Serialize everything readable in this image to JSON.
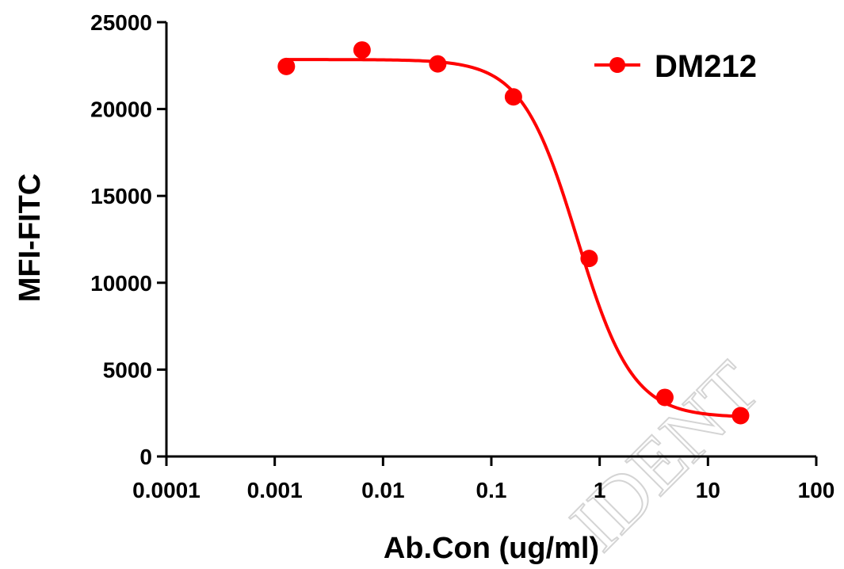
{
  "chart_data": {
    "type": "scatter",
    "title": "",
    "xlabel": "Ab.Con (ug/ml)",
    "ylabel": "MFI-FITC",
    "x_scale": "log",
    "xlim": [
      0.0001,
      100
    ],
    "ylim": [
      0,
      25000
    ],
    "x_ticks": [
      "0.0001",
      "0.001",
      "0.01",
      "0.1",
      "1",
      "10",
      "100"
    ],
    "y_ticks": [
      "0",
      "5000",
      "10000",
      "15000",
      "20000",
      "25000"
    ],
    "legend_position": "top-right",
    "grid": false,
    "series": [
      {
        "name": "DM212",
        "color": "#ff0000",
        "x": [
          0.00128,
          0.0064,
          0.032,
          0.16,
          0.8,
          4,
          20
        ],
        "y": [
          22450,
          23400,
          22600,
          20700,
          11400,
          3400,
          2350
        ],
        "fit": {
          "model": "4PL",
          "top": 22850,
          "bottom": 2250,
          "ic50": 0.62,
          "hill": 1.7
        }
      }
    ]
  },
  "watermark": {
    "text": "IDENT",
    "color": "#d4d4d4"
  }
}
